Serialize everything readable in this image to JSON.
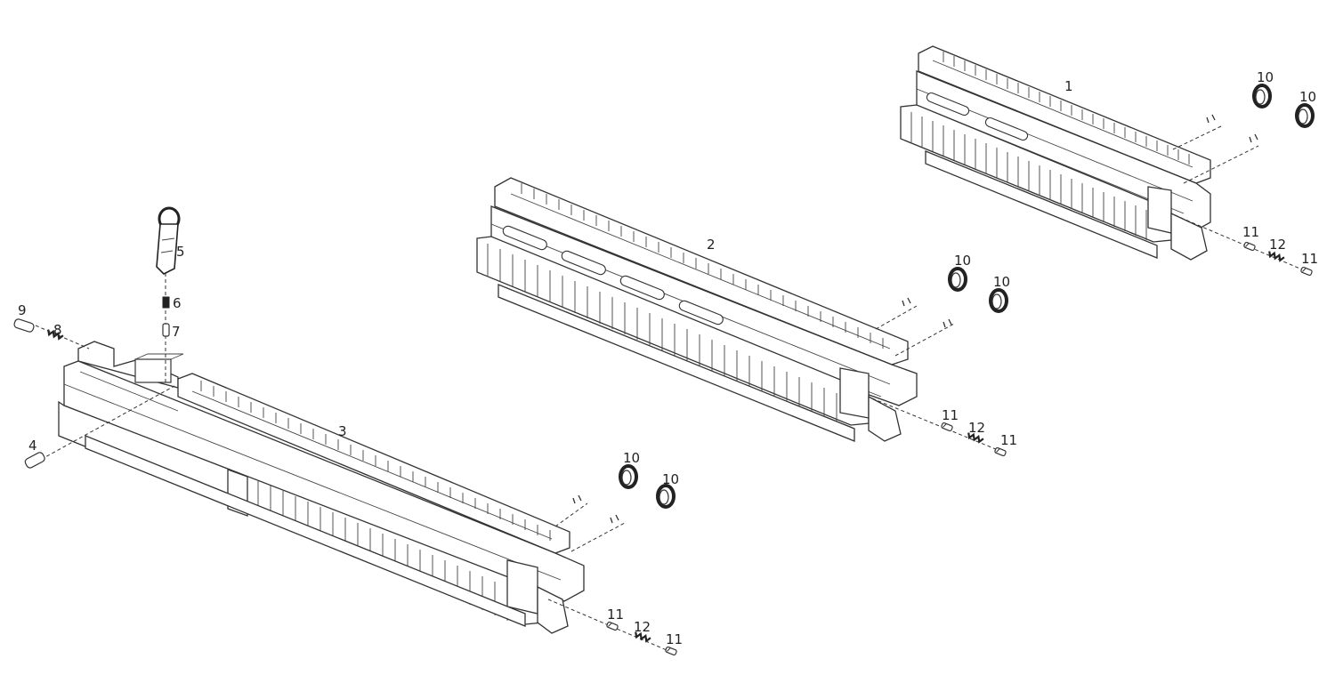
{
  "callouts": {
    "rail_1": "1",
    "rail_2": "2",
    "rail_3": "3",
    "part_4": "4",
    "part_5": "5",
    "part_6": "6",
    "part_7": "7",
    "part_8": "8",
    "part_9": "9",
    "part_10": "10",
    "part_11": "11",
    "part_12": "12"
  }
}
